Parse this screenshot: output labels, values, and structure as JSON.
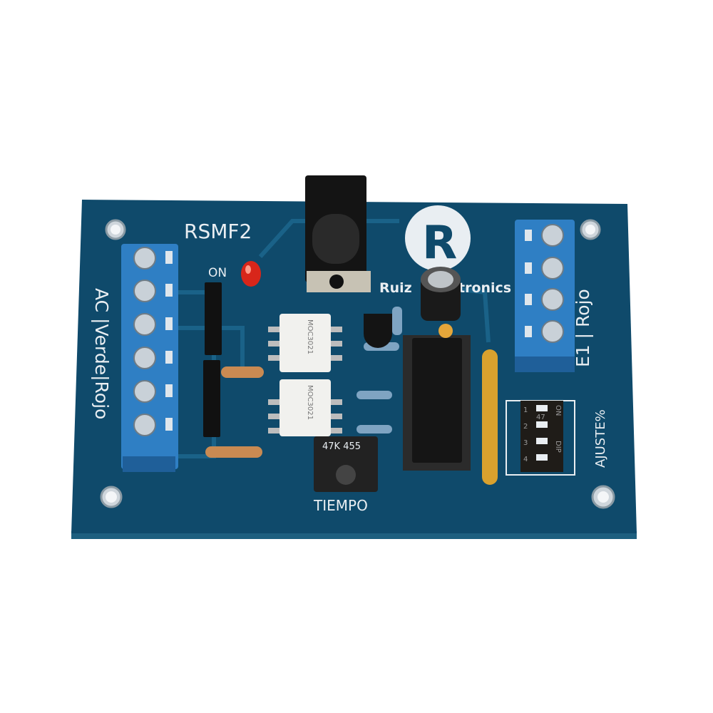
{
  "board": {
    "model_label": "RSMF2",
    "led_label": "ON",
    "left_terminal_label": "AC |Verde|Rojo",
    "right_terminal_label": "E1 | Rojo",
    "dip_label": "AJUSTE%",
    "pot_label": "TIEMPO",
    "pot_marking": "47K 455",
    "optocoupler_marking": "MOC3021",
    "dip_numbers": [
      "1",
      "2",
      "3",
      "4"
    ],
    "dip_marking": "47",
    "dip_on": "ON",
    "dip_dip": "DIP",
    "logo_text_left": "Ruiz",
    "logo_text_right": "tronics",
    "logo_letter": "R"
  },
  "colors": {
    "pcb": "#0f4a6b",
    "terminal_block": "#2f7fc4",
    "silkscreen": "#e9eef2",
    "led": "#d8261a"
  }
}
